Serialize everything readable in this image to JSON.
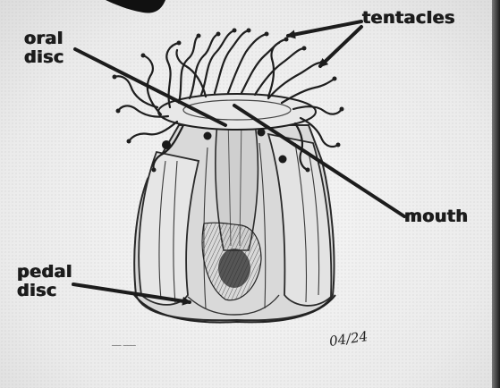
{
  "labels": {
    "tentacles": "tentacles",
    "oral_disc": [
      "oral",
      "disc"
    ],
    "mouth": "mouth",
    "pedal_disc": [
      "pedal",
      "disc"
    ]
  },
  "caption": "___ ____",
  "signature": "04/24",
  "colors": {
    "ink": "#1c1c1c",
    "paper": "#f0f0f0",
    "shade": "#9a9a9a"
  }
}
